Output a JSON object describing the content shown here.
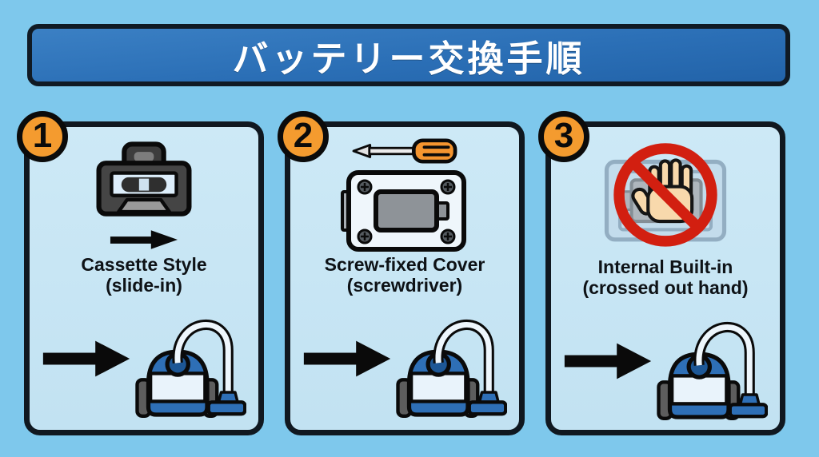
{
  "title": {
    "text": "バッテリー交換手順"
  },
  "colors": {
    "canvas_bg": "#7ec8ec",
    "banner_fill": "#2b6fb6",
    "banner_border": "#101a24",
    "banner_text": "#ffffff",
    "panel_bg": "#c6e4f4",
    "panel_border": "#101820",
    "badge_orange": "#f49b2f",
    "label_text": "#0e1216",
    "cassette_gray": "#454545",
    "screwdriver_orange": "#f5952f",
    "battery_gray": "#8e9398",
    "prohibition_red": "#d21f10",
    "hand_skin": "#f8d9ac",
    "vacuum_blue": "#2e6fb6",
    "arrow_black": "#0a0a0a"
  },
  "panels": [
    {
      "number": "1",
      "label_line1": "Cassette Style",
      "label_line2": "(slide-in)",
      "icons": [
        "cassette-battery-icon",
        "slide-in-arrow-icon",
        "right-arrow-icon",
        "vacuum-cleaner-icon"
      ]
    },
    {
      "number": "2",
      "label_line1": "Screw-fixed Cover",
      "label_line2": "(screwdriver)",
      "icons": [
        "screwdriver-icon",
        "screw-cover-battery-icon",
        "right-arrow-icon",
        "vacuum-cleaner-icon"
      ]
    },
    {
      "number": "3",
      "label_line1": "Internal Built-in",
      "label_line2": "(crossed out hand)",
      "icons": [
        "no-touch-battery-icon",
        "right-arrow-icon",
        "vacuum-cleaner-icon"
      ]
    }
  ]
}
